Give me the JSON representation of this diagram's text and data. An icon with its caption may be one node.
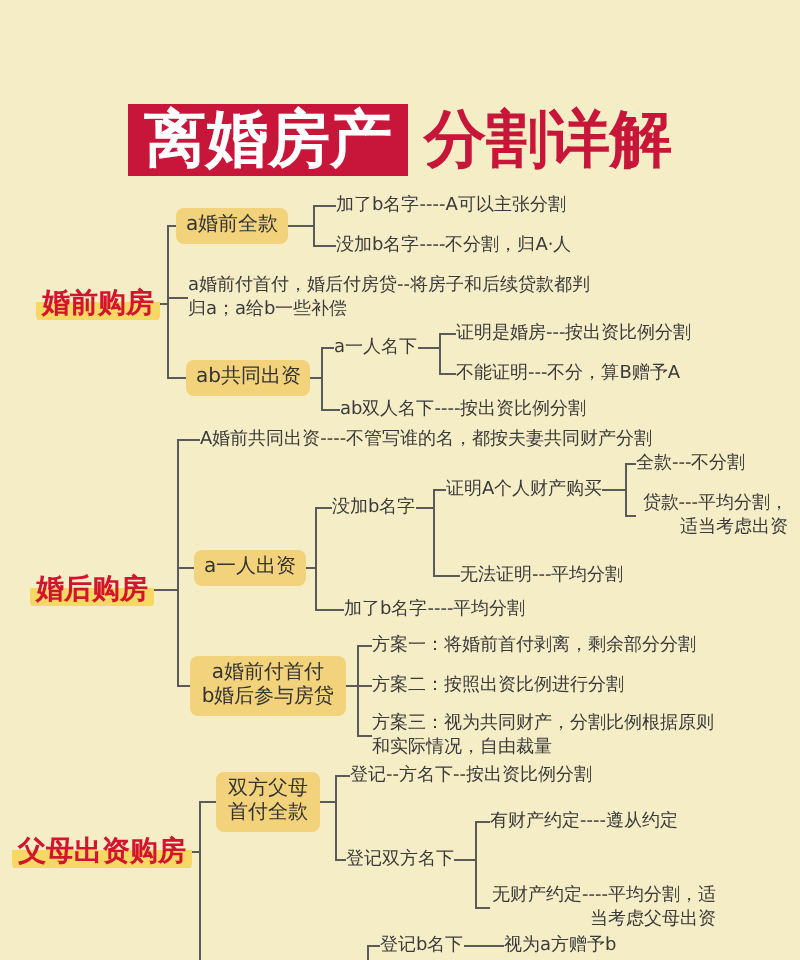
{
  "diagram": {
    "title": "离婚房产 分割详解",
    "nodes": [
      {
        "text": [
          "婚前购房"
        ]
      },
      {
        "text": [
          "a婚前全款"
        ]
      },
      {
        "text": [
          "加了b名字----A可以主张分割"
        ]
      },
      {
        "text": [
          "没加b名字----不分割，归A·人"
        ]
      },
      {
        "text": [
          "a婚前付首付，婚后付房贷--将房子和后续贷款都判归a；a给b一些补偿"
        ]
      },
      {
        "text": [
          "ab共同出资"
        ]
      },
      {
        "text": [
          "a一人名下"
        ]
      },
      {
        "text": [
          "证明是婚房---按出资比例分割"
        ]
      },
      {
        "text": [
          "不能证明---不分，算B赠予A"
        ]
      },
      {
        "text": [
          "ab双人名下----按出资比例分割"
        ]
      },
      {
        "text": [
          "婚后购房"
        ]
      },
      {
        "text": [
          "A婚前共同出资----不管写谁的名，都按夫妻共同财产分割"
        ]
      },
      {
        "text": [
          "a一人出资"
        ]
      },
      {
        "text": [
          "没加b名字"
        ]
      },
      {
        "text": [
          "证明A个人财产购买"
        ]
      },
      {
        "text": [
          "全款---不分割"
        ]
      },
      {
        "text": [
          "贷款---平均分割，适当考虑出资"
        ]
      },
      {
        "text": [
          "无法证明---平均分割"
        ]
      },
      {
        "text": [
          "加了b名字----平均分割"
        ]
      },
      {
        "text": [
          "a婚前付首付 b婚后参与房贷"
        ]
      },
      {
        "text": [
          "方案一：将婚前首付剥离，剩余部分分割"
        ]
      },
      {
        "text": [
          "方案二：按照出资比例进行分割"
        ]
      },
      {
        "text": [
          "方案三：视为共同财产，分割比例根据原则和实际情况，自由裁量"
        ]
      },
      {
        "text": [
          "父母出资购房"
        ]
      },
      {
        "text": [
          "双方父母首付全款"
        ]
      },
      {
        "text": [
          "登记--方名下--按出资比例分割"
        ]
      },
      {
        "text": [
          "登记双方名下"
        ]
      },
      {
        "text": [
          "有财产约定----遵从约定"
        ]
      },
      {
        "text": [
          "无财产约定----平均分割，适当考虑父母出资"
        ]
      },
      {
        "text": [
          "登记b名下"
        ]
      },
      {
        "text": [
          "视为a方赠予b"
        ]
      }
    ],
    "edges": [
      {
        "from": 0,
        "to": 1,
        "arrow": "none"
      },
      {
        "from": 1,
        "to": 2,
        "arrow": "none"
      },
      {
        "from": 1,
        "to": 3,
        "arrow": "none"
      },
      {
        "from": 0,
        "to": 4,
        "arrow": "none"
      },
      {
        "from": 0,
        "to": 5,
        "arrow": "none"
      },
      {
        "from": 5,
        "to": 6,
        "arrow": "none"
      },
      {
        "from": 6,
        "to": 7,
        "arrow": "none"
      },
      {
        "from": 6,
        "to": 8,
        "arrow": "none"
      },
      {
        "from": 5,
        "to": 9,
        "arrow": "none"
      },
      {
        "from": 10,
        "to": 11,
        "arrow": "none"
      },
      {
        "from": 10,
        "to": 12,
        "arrow": "none"
      },
      {
        "from": 12,
        "to": 13,
        "arrow": "none"
      },
      {
        "from": 13,
        "to": 14,
        "arrow": "none"
      },
      {
        "from": 14,
        "to": 15,
        "arrow": "none"
      },
      {
        "from": 14,
        "to": 16,
        "arrow": "none"
      },
      {
        "from": 13,
        "to": 17,
        "arrow": "none"
      },
      {
        "from": 12,
        "to": 18,
        "arrow": "none"
      },
      {
        "from": 10,
        "to": 19,
        "arrow": "none"
      },
      {
        "from": 19,
        "to": 20,
        "arrow": "none"
      },
      {
        "from": 19,
        "to": 21,
        "arrow": "none"
      },
      {
        "from": 19,
        "to": 22,
        "arrow": "none"
      },
      {
        "from": 23,
        "to": 24,
        "arrow": "none"
      },
      {
        "from": 24,
        "to": 25,
        "arrow": "none"
      },
      {
        "from": 24,
        "to": 26,
        "arrow": "none"
      },
      {
        "from": 26,
        "to": 27,
        "arrow": "none"
      },
      {
        "from": 26,
        "to": 28,
        "arrow": "none"
      },
      {
        "from": 23,
        "to": null,
        "arrow": "none"
      },
      {
        "from": null,
        "to": 29,
        "arrow": "none"
      },
      {
        "from": 29,
        "to": 30,
        "arrow": "none"
      }
    ]
  }
}
